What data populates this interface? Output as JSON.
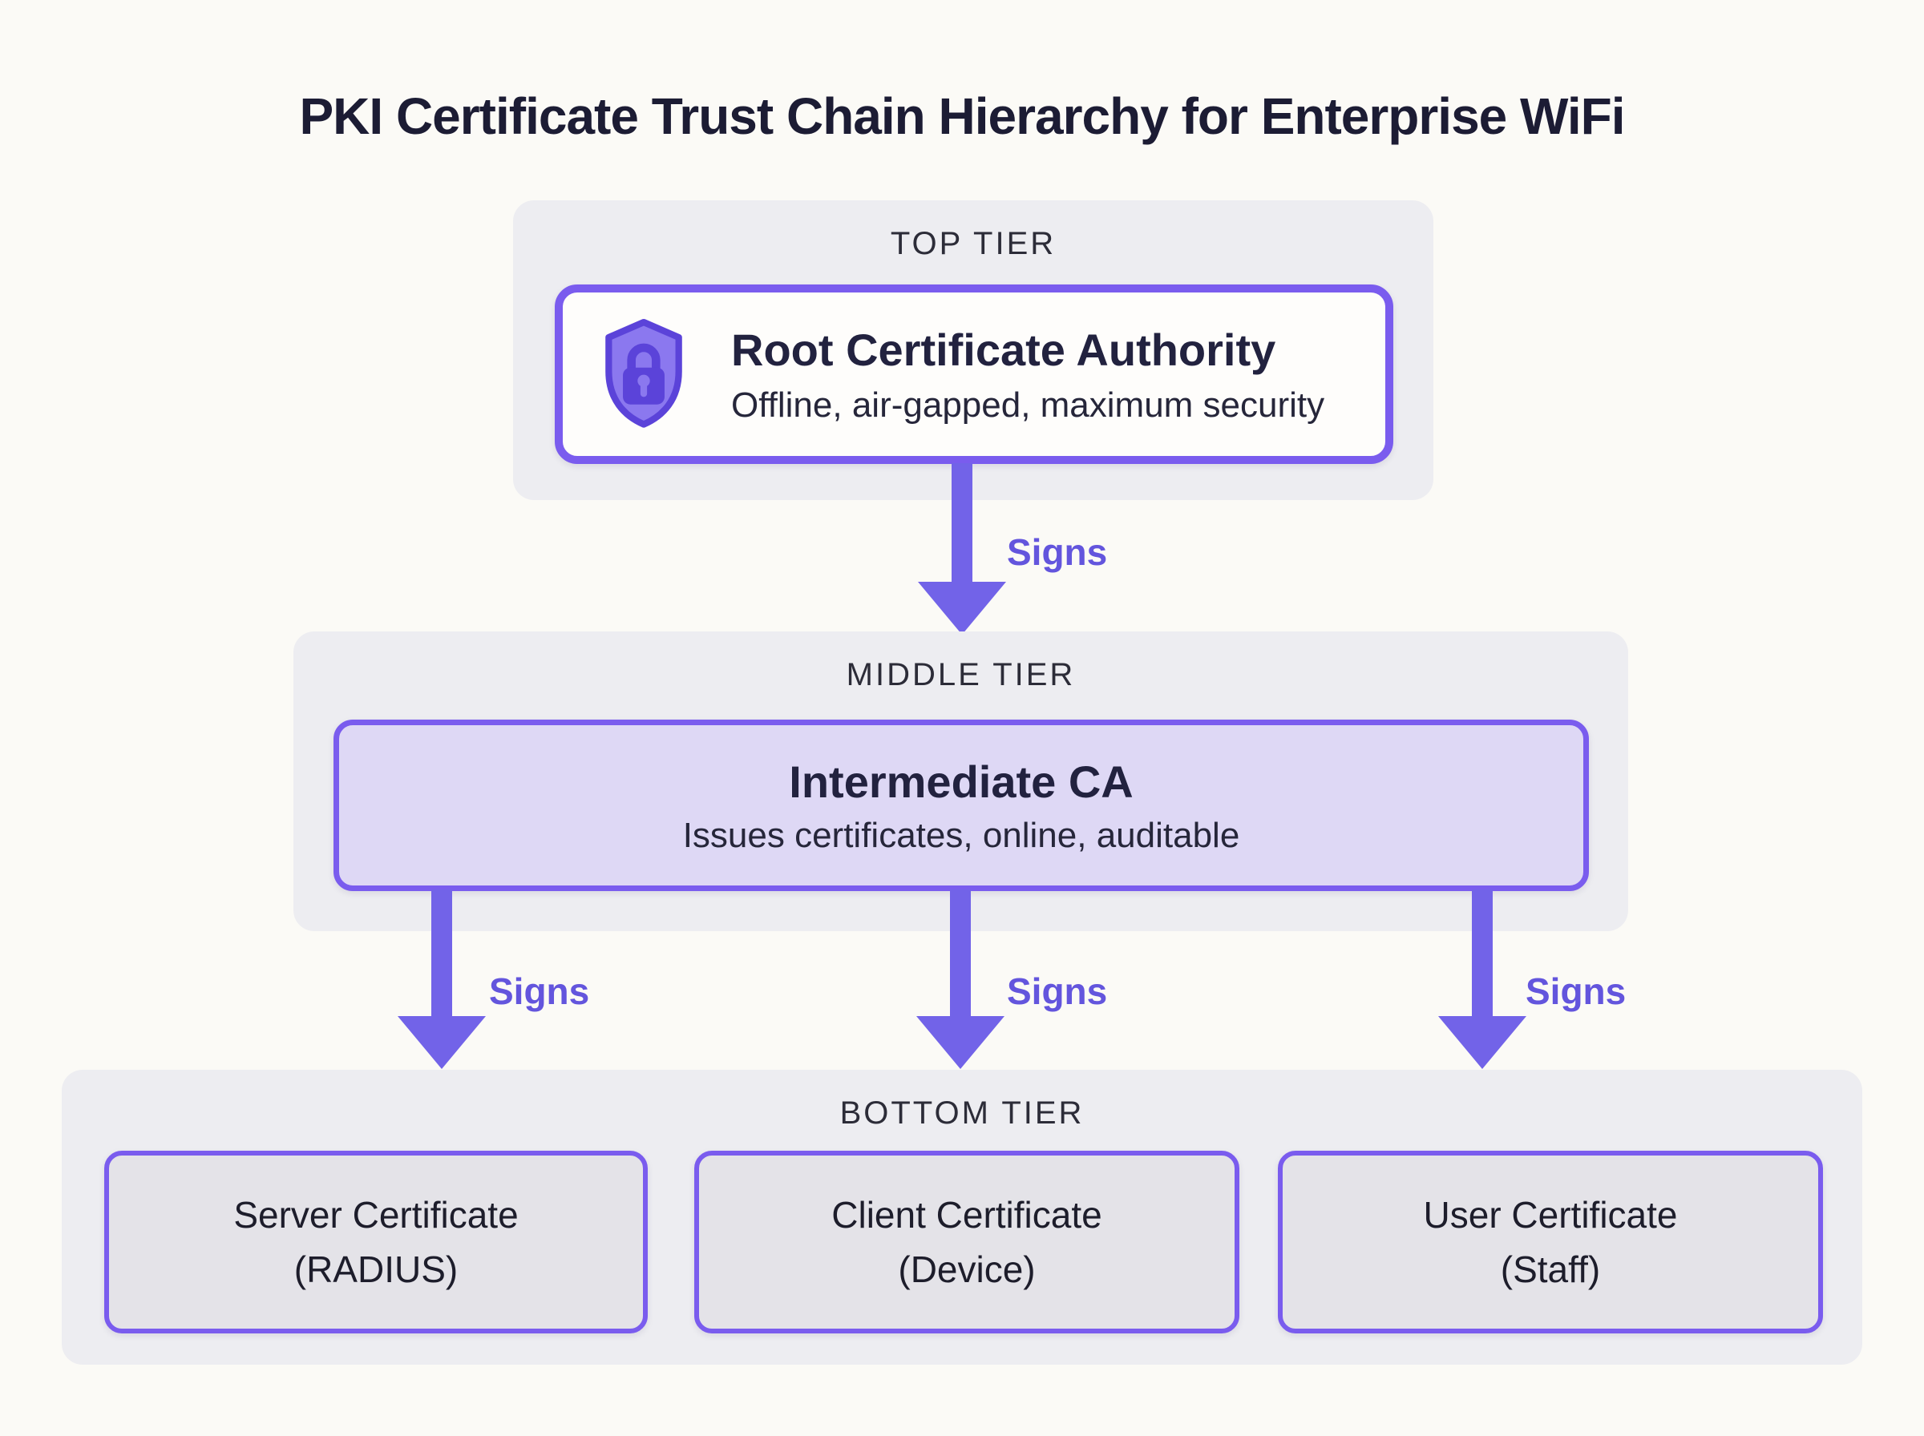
{
  "title": "PKI Certificate Trust Chain Hierarchy for Enterprise WiFi",
  "colors": {
    "background": "#fbfaf6",
    "container_gray": "#ededf1",
    "accent_purple": "#7a5cee",
    "arrow_purple": "#7263e8",
    "signs_purple": "#6355dd",
    "lavender_fill": "#ded8f5",
    "node_gray": "#e4e3e8",
    "root_node_white": "#fefdfb",
    "text_dark": "#22223f",
    "text_body": "#26263a",
    "tier_label_gray": "#2c2c38",
    "shield_fill": "#8b78ef",
    "shield_stroke": "#5b43d9"
  },
  "tiers": {
    "top": {
      "label": "TOP TIER",
      "node": {
        "icon": "shield-lock-icon",
        "title": "Root Certificate Authority",
        "subtitle": "Offline, air-gapped, maximum security"
      }
    },
    "middle": {
      "label": "MIDDLE TIER",
      "node": {
        "title": "Intermediate CA",
        "subtitle": "Issues certificates, online, auditable"
      }
    },
    "bottom": {
      "label": "BOTTOM TIER",
      "nodes": [
        {
          "line1": "Server Certificate",
          "line2": "(RADIUS)"
        },
        {
          "line1": "Client Certificate",
          "line2": "(Device)"
        },
        {
          "line1": "User Certificate",
          "line2": "(Staff)"
        }
      ]
    }
  },
  "arrows": [
    {
      "label": "Signs"
    },
    {
      "label": "Signs"
    },
    {
      "label": "Signs"
    },
    {
      "label": "Signs"
    }
  ]
}
